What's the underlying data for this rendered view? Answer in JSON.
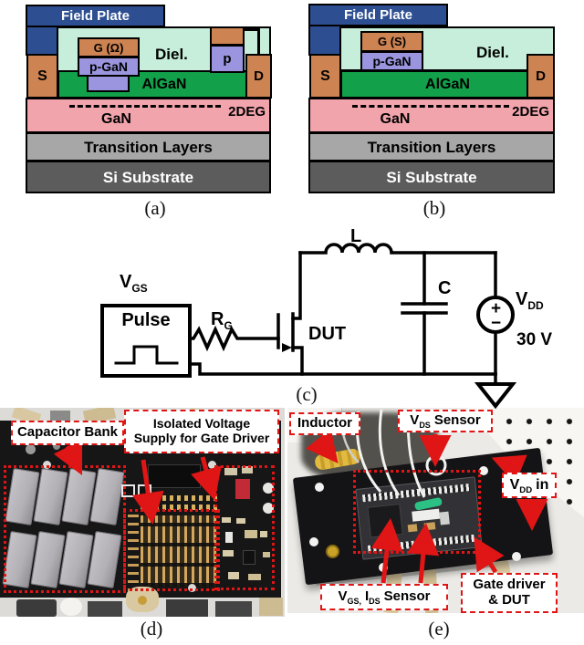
{
  "panel_a": {
    "label": "(a)",
    "field_plate": "Field Plate",
    "gate": "G (Ω)",
    "dielectric": "Diel.",
    "p_gan": "p-GaN",
    "p_island": "p",
    "source": "S",
    "drain": "D",
    "algan": "AlGaN",
    "gan": "GaN",
    "two_deg": "2DEG",
    "transition_layers": "Transition Layers",
    "si_substrate": "Si Substrate"
  },
  "panel_b": {
    "label": "(b)",
    "field_plate": "Field Plate",
    "gate": "G (S)",
    "dielectric": "Diel.",
    "p_gan": "p-GaN",
    "source": "S",
    "drain": "D",
    "algan": "AlGaN",
    "gan": "GaN",
    "two_deg": "2DEG",
    "transition_layers": "Transition Layers",
    "si_substrate": "Si Substrate"
  },
  "circuit": {
    "label": "(c)",
    "vgs_base": "V",
    "vgs_sub": "GS",
    "pulse": "Pulse",
    "rg_base": "R",
    "rg_sub": "G",
    "dut": "DUT",
    "inductor": "L",
    "capacitor": "C",
    "plus": "+",
    "minus": "−",
    "vdd_base": "V",
    "vdd_sub": "DD",
    "vdd_value": "30 V"
  },
  "photo_d": {
    "label": "(d)",
    "capacitor_bank": "Capacitor Bank",
    "isolated_supply_line1": "Isolated Voltage",
    "isolated_supply_line2": "Supply for Gate Driver"
  },
  "photo_e": {
    "label": "(e)",
    "inductor": "Inductor",
    "vds_base": "V",
    "vds_sub": "DS",
    "vds_rest": "Sensor",
    "vdd_base": "V",
    "vdd_sub": "DD",
    "vdd_rest": "in",
    "vgsids_base1": "V",
    "vgsids_sub1": "GS,",
    "vgsids_base2": "I",
    "vgsids_sub2": "DS",
    "vgsids_rest": "Sensor",
    "gate_driver_line1": "Gate driver",
    "gate_driver_line2": "& DUT"
  },
  "colors": {
    "field_plate_blue": "#2d4f91",
    "contact_orange": "#cd8352",
    "pgan_purple": "#9a95de",
    "diel_mint": "#c6eeda",
    "algan_green": "#12a04a",
    "gan_pink": "#f2a4ac",
    "transition_gray": "#a7a7a7",
    "substrate_gray": "#5c5c5c",
    "annotation_red": "#e01515"
  }
}
